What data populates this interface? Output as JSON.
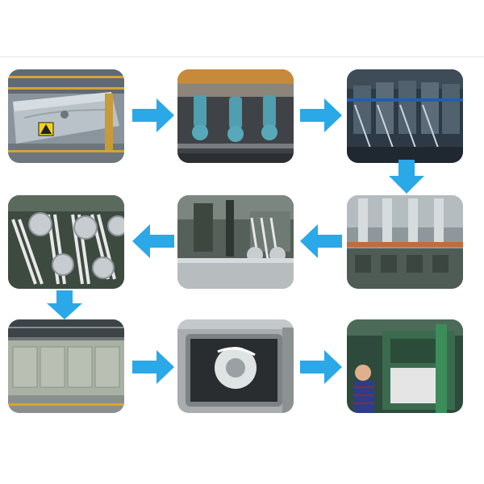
{
  "arrow_color": "#2aa8e8",
  "steps": [
    {
      "id": 1,
      "icon": "fluid-bed-dryer-photo"
    },
    {
      "id": 2,
      "icon": "blue-motor-spinning-pumps-photo"
    },
    {
      "id": 3,
      "icon": "spinning-tower-photo"
    },
    {
      "id": 4,
      "icon": "spinneret-tubes-photo"
    },
    {
      "id": 5,
      "icon": "coagulation-bath-rollers-photo"
    },
    {
      "id": 6,
      "icon": "godet-rollers-fiber-bands-photo"
    },
    {
      "id": 7,
      "icon": "drying-oven-cabinet-photo"
    },
    {
      "id": 8,
      "icon": "inspection-window-photo"
    },
    {
      "id": 9,
      "icon": "control-panel-operator-photo"
    }
  ]
}
